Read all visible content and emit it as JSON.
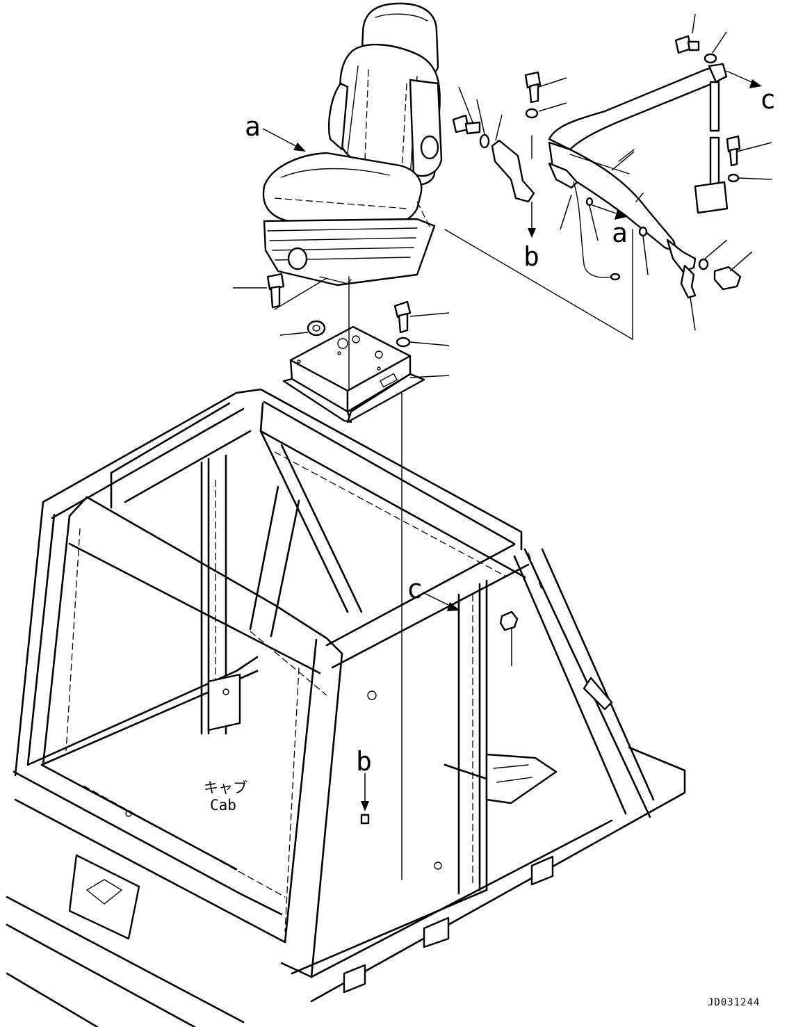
{
  "diagram": {
    "callouts": {
      "a_top": "a",
      "a_side": "a",
      "b_top": "b",
      "b_floor": "b",
      "c_top": "c",
      "c_frame": "c"
    },
    "cab_label_jp": "キャブ",
    "cab_label_en": "Cab",
    "drawing_code": "JD031244"
  }
}
